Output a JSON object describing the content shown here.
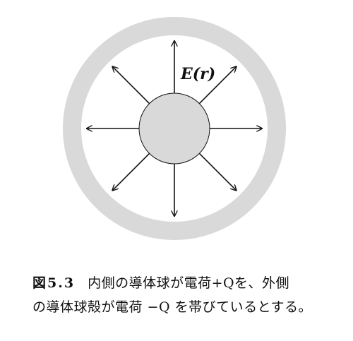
{
  "diagram": {
    "field_label": "E(r)",
    "outer_shell_color": "#d9d9d9",
    "inner_sphere_color": "#d9d9d9",
    "arrow_color": "#111111",
    "arrow_count": 8
  },
  "caption": {
    "figure_number": "図5.3",
    "line1": "内側の導体球が電荷+Qを、外側",
    "line2": "の導体球殻が電荷 −Q を帯びているとする。"
  }
}
